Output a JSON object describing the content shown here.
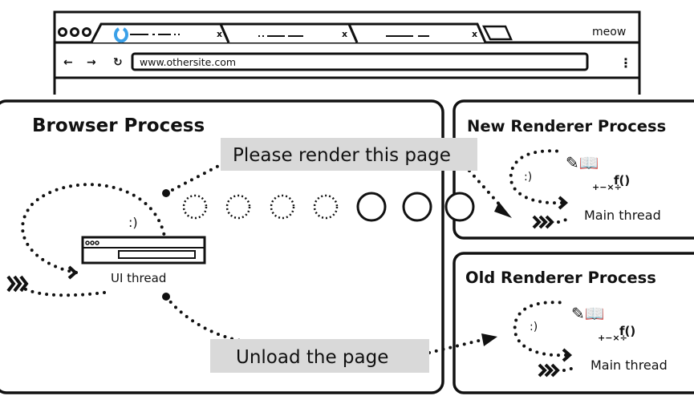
{
  "browser_window": {
    "tabs": [
      {
        "close_icon": "close-icon"
      },
      {
        "close_icon": "close-icon"
      },
      {
        "close_icon": "close-icon"
      }
    ],
    "profile_label": "meow",
    "address": "www.othersite.com"
  },
  "browser_process": {
    "title": "Browser Process",
    "ui_thread_label": "UI thread"
  },
  "new_renderer": {
    "title": "New Renderer Process",
    "main_thread_label": "Main thread"
  },
  "old_renderer": {
    "title": "Old Renderer Process",
    "main_thread_label": "Main thread"
  },
  "messages": {
    "render": "Please render this page",
    "unload": "Unload the page"
  },
  "colors": {
    "label_bg": "#d9d9d9",
    "spinner": "#3aa0e8",
    "stroke": "#111111"
  }
}
